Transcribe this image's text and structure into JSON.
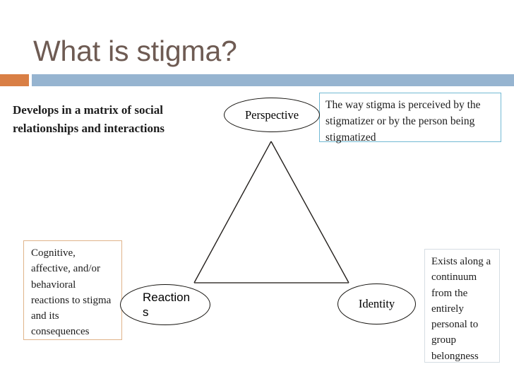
{
  "slide": {
    "title": "What is stigma?",
    "title_color": "#6e5b53",
    "accent_square_color": "#d97f45",
    "accent_line_color": "#96b4d0",
    "background_color": "#ffffff"
  },
  "diagram": {
    "type": "triangle-relationship-diagram",
    "line_color": "#231f1c",
    "nodes": [
      {
        "id": "perspective",
        "label": "Perspective",
        "shape": "ellipse"
      },
      {
        "id": "reactions",
        "label": "Reactions",
        "shape": "ellipse"
      },
      {
        "id": "identity",
        "label": "Identity",
        "shape": "ellipse"
      }
    ],
    "edges": [
      {
        "from": "perspective",
        "to": "reactions"
      },
      {
        "from": "perspective",
        "to": "identity"
      },
      {
        "from": "reactions",
        "to": "identity"
      }
    ]
  },
  "callouts": {
    "develops": {
      "text": "Develops in a matrix of social relationships and interactions",
      "border_color": "none"
    },
    "perceived": {
      "text": "The way stigma is perceived by the stigmatizer or by the person being stigmatized",
      "border_color": "#72bad4"
    },
    "cognitive": {
      "text": "Cognitive, affective, and/or behavioral reactions to stigma and its consequences",
      "border_color": "#e0b48a"
    },
    "continuum": {
      "text": "Exists along a continuum from the entirely personal to group belongness",
      "border_color": "#d5dde3"
    }
  }
}
